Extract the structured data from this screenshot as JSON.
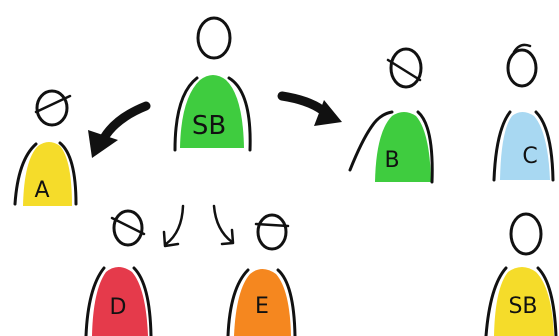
{
  "colors": {
    "ink": "#111111",
    "green": "#3fcc3f",
    "yellow": "#f5dc2a",
    "light_blue": "#a8d8f2",
    "red": "#e53a4b",
    "orange": "#f5871f",
    "background": "#ffffff"
  },
  "figures": {
    "sb_top": {
      "label": "SB"
    },
    "a": {
      "label": "A"
    },
    "b": {
      "label": "B"
    },
    "c": {
      "label": "C"
    },
    "d": {
      "label": "D"
    },
    "e": {
      "label": "E"
    },
    "sb_right": {
      "label": "SB"
    }
  },
  "icons": {
    "big_arrow_left": "curved-arrow-left-icon",
    "big_arrow_right": "curved-arrow-right-icon",
    "small_arrow_left": "small-curved-arrow-icon",
    "small_arrow_right": "small-curved-arrow-icon"
  }
}
